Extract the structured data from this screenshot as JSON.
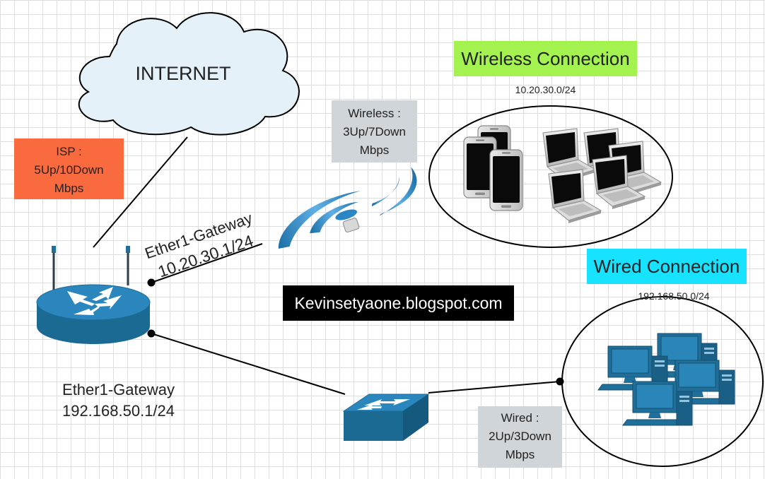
{
  "diagram": {
    "cloud_label": "INTERNET",
    "isp_box": {
      "lines": [
        "ISP :",
        "5Up/10Down",
        "Mbps"
      ],
      "color": "#f96a3e"
    },
    "wireless_box": {
      "lines": [
        "Wireless :",
        "3Up/7Down",
        "Mbps"
      ],
      "color": "#cfd5d9"
    },
    "wired_box": {
      "lines": [
        "Wired :",
        "2Up/3Down",
        "Mbps"
      ],
      "color": "#cfd5d9"
    },
    "wireless_header": {
      "label": "Wireless Connection",
      "color": "#a3f24f"
    },
    "wireless_subnet": "10.20.30.0/24",
    "wired_header": {
      "label": "Wired Connection",
      "color": "#17e2ff"
    },
    "wired_subnet": "192.168.50.0/24",
    "gateway_wireless": {
      "line1": "Ether1-Gateway",
      "line2": "10.20.30.1/24"
    },
    "gateway_wired": {
      "line1": "Ether1-Gateway",
      "line2": "192.168.50.1/24"
    },
    "watermark": "Kevinsetyaone.blogspot.com",
    "icons": [
      "cloud-icon",
      "router-icon",
      "wireless-signal-icon",
      "switch-icon",
      "smartphone-icon",
      "laptop-icon",
      "desktop-computer-icon"
    ],
    "device_color": "#1f6f9a"
  }
}
